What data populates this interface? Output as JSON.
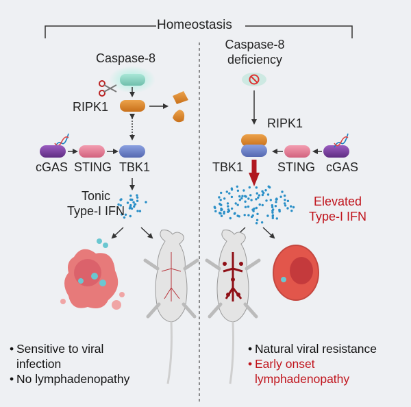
{
  "header": {
    "title": "Homeostasis"
  },
  "left": {
    "caspase_label": "Caspase-8",
    "ripk1_label": "RIPK1",
    "cgas_label": "cGAS",
    "sting_label": "STING",
    "tbk1_label": "TBK1",
    "ifn_line1": "Tonic",
    "ifn_line2": "Type-I IFN",
    "outcomes": [
      {
        "line1": "Sensitive to viral",
        "line2": "infection"
      },
      {
        "line1": "No lymphadenopathy"
      }
    ]
  },
  "right": {
    "caspase_line1": "Caspase-8",
    "caspase_line2": "deficiency",
    "ripk1_label": "RIPK1",
    "tbk1_label": "TBK1",
    "sting_label": "STING",
    "cgas_label": "cGAS",
    "ifn_line1": "Elevated",
    "ifn_line2": "Type-I IFN",
    "outcomes": [
      {
        "line1": "Natural viral resistance"
      },
      {
        "line1": "Early onset",
        "line2": "lymphadenopathy"
      }
    ]
  },
  "colors": {
    "caspase": "#8fd3c2",
    "ripk1": "#d9862a",
    "tbk1": "#6d82c8",
    "sting": "#e37d95",
    "cgas": "#7c3fa0",
    "ifn_dots": "#2a8fc7",
    "highlight_red": "#c0141c",
    "dying_cell": "#e77a7a",
    "healthy_cell": "#e2564b"
  },
  "icons": [
    "scissors-icon",
    "dna-icon",
    "no-entry-icon",
    "mouse-icon",
    "cell-icon"
  ]
}
